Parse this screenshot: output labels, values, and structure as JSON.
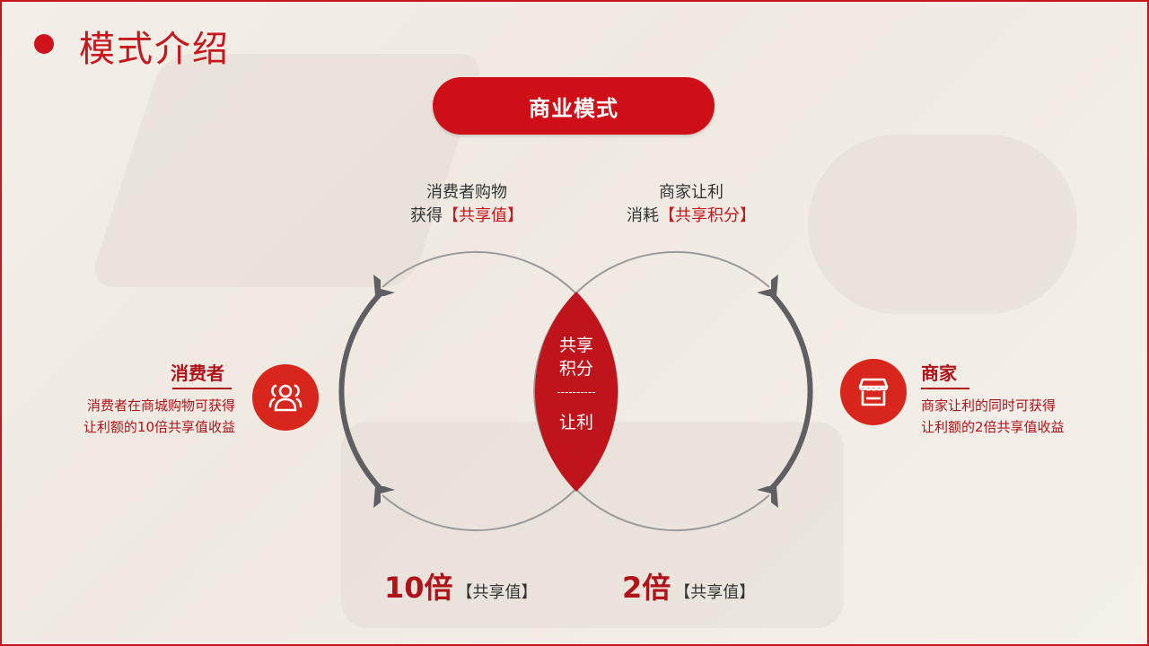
{
  "header": {
    "title": "模式介绍"
  },
  "pill": {
    "label": "商业模式"
  },
  "captions": {
    "left": {
      "line1": "消费者购物",
      "line2_prefix": "获得",
      "line2_highlight": "【共享值】"
    },
    "right": {
      "line1": "商家让利",
      "line2_prefix": "消耗",
      "line2_highlight": "【共享积分】"
    }
  },
  "lens": {
    "top_line1": "共享",
    "top_line2": "积分",
    "divider": "----------",
    "bottom": "让利"
  },
  "consumer": {
    "title": "消费者",
    "desc_line1": "消费者在商城购物可获得",
    "desc_line2": "让利额的10倍共享值收益",
    "icon": "users-icon"
  },
  "merchant": {
    "title": "商家",
    "desc_line1": "商家让利的同时可获得",
    "desc_line2": "让利额的2倍共享值收益",
    "icon": "store-icon"
  },
  "multipliers": [
    {
      "value": "10倍",
      "label": "【共享值】"
    },
    {
      "value": "2倍",
      "label": "【共享值】"
    }
  ],
  "colors": {
    "accent": "#cf0f17",
    "dark_red": "#b0121a",
    "arrow_gray": "#5f5f63",
    "thin_gray": "#9a9a9a"
  }
}
